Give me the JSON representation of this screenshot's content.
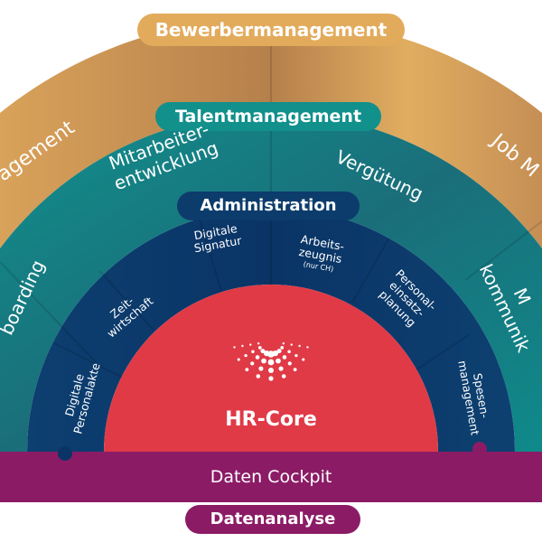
{
  "rings": {
    "outer": {
      "title": "Bewerbermanagement",
      "segments": [
        "agement",
        "Job M"
      ]
    },
    "middle": {
      "title": "Talentmanagement",
      "segments": [
        [
          "Mitarbeiter-",
          "entwicklung"
        ],
        [
          "Vergütung"
        ],
        [
          "boarding"
        ],
        [
          "M",
          "kommunik"
        ]
      ]
    },
    "inner": {
      "title": "Administration",
      "segments": [
        {
          "lines": [
            "Digitale",
            "Signatur"
          ]
        },
        {
          "lines": [
            "Arbeits-",
            "zeugnis"
          ],
          "note": "(nur CH)"
        },
        {
          "lines": [
            "Zeit-",
            "wirtschaft"
          ]
        },
        {
          "lines": [
            "Personal-",
            "einsatz-",
            "planung"
          ]
        },
        {
          "lines": [
            "Digitale",
            "Personalakte"
          ]
        },
        {
          "lines": [
            "Spesen-",
            "management"
          ]
        }
      ]
    }
  },
  "core": {
    "label": "HR-Core",
    "logo": "dot-swirl-logo"
  },
  "base": {
    "label": "Daten Cockpit",
    "pill": "Datenanalyse"
  },
  "colors": {
    "orange": "#d29a55",
    "teal": "#0f8a8a",
    "navy": "#0b3a6e",
    "red": "#e03a47",
    "purple": "#8c1b66"
  }
}
